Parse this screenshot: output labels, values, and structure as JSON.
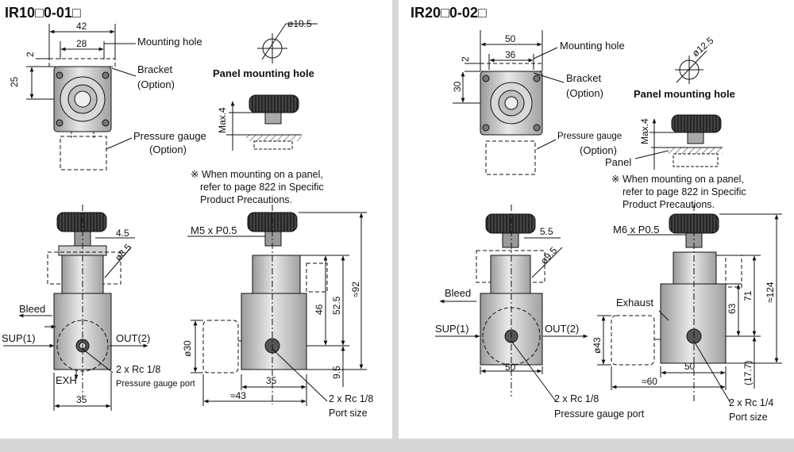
{
  "left": {
    "title": "IR10□0-01□",
    "labels": {
      "mounting_hole": "Mounting hole",
      "bracket": "Bracket",
      "option1": "(Option)",
      "pressure_gauge": "Pressure gauge",
      "option2": "(Option)",
      "panel_mounting_hole": "Panel mounting hole",
      "note_line1": "※ When mounting on a panel,",
      "note_line2": "refer to page 822 in Specific",
      "note_line3": "Product Precautions.",
      "bleed": "Bleed",
      "sup": "SUP(1)",
      "out": "OUT(2)",
      "exh": "EXH",
      "gauge_port_rc": "2 x Rc 1/8",
      "gauge_port": "Pressure gauge port",
      "thread": "M5 x P0.5",
      "port_rc": "2 x Rc 1/8",
      "port_size": "Port size"
    },
    "dims": {
      "d42": "42",
      "d28": "28",
      "d2": "2",
      "d25": "25",
      "phi105": "ø10.5",
      "max4": "Max.4",
      "d45": "4.5",
      "phi85": "ø8.5",
      "d35": "35",
      "phi30": "ø30",
      "approx43": "≈43",
      "d35b": "35",
      "d46": "46",
      "d525": "52.5",
      "approx92": "≈92",
      "d95": "9.5"
    }
  },
  "right": {
    "title": "IR20□0-02□",
    "labels": {
      "mounting_hole": "Mounting hole",
      "bracket": "Bracket",
      "option1": "(Option)",
      "pressure_gauge": "Pressure gauge",
      "option2": "(Option)",
      "panel_mounting_hole": "Panel mounting hole",
      "panel": "Panel",
      "note_line1": "※ When mounting on a panel,",
      "note_line2": "refer to page 822 in Specific",
      "note_line3": "Product Precautions.",
      "bleed": "Bleed",
      "sup": "SUP(1)",
      "out": "OUT(2)",
      "exhaust": "Exhaust",
      "thread": "M6 x P0.5",
      "gauge_port_rc": "2 x Rc 1/8",
      "gauge_port": "Pressure gauge port",
      "port_rc": "2 x Rc 1/4",
      "port_size": "Port size"
    },
    "dims": {
      "d50": "50",
      "d36": "36",
      "d2": "2",
      "d30": "30",
      "phi125": "ø12.5",
      "max4": "Max.4",
      "d55": "5.5",
      "phi95": "ø9.5",
      "d50b": "50",
      "phi43": "ø43",
      "approx60": "≈60",
      "d50c": "50",
      "d63": "63",
      "d71": "71",
      "approx124": "≈124",
      "d177": "(17.7)"
    }
  }
}
